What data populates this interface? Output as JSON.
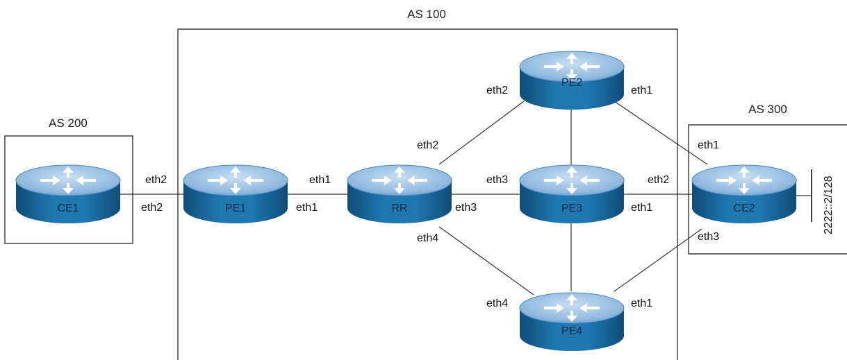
{
  "areas": [
    {
      "id": "as100",
      "label": "AS 100"
    },
    {
      "id": "as200",
      "label": "AS 200"
    },
    {
      "id": "as300",
      "label": "AS 300"
    }
  ],
  "routers": [
    {
      "id": "ce1",
      "label": "CE1"
    },
    {
      "id": "pe1",
      "label": "PE1"
    },
    {
      "id": "rr",
      "label": "RR"
    },
    {
      "id": "pe2",
      "label": "PE2"
    },
    {
      "id": "pe3",
      "label": "PE3"
    },
    {
      "id": "pe4",
      "label": "PE4"
    },
    {
      "id": "ce2",
      "label": "CE2"
    }
  ],
  "interfaces": {
    "ce1_pe1": "eth2",
    "pe1_ce1": "eth2",
    "pe1_rr": "eth1",
    "rr_pe1": "eth1",
    "rr_pe2": "eth2",
    "rr_pe3": "eth3",
    "rr_pe4": "eth4",
    "pe2_rr": "eth2",
    "pe2_ce2": "eth1",
    "pe3_rr": "eth3",
    "pe3_ce2": "eth1",
    "pe4_rr": "eth4",
    "pe4_ce2": "eth1",
    "ce2_pe2": "eth1",
    "ce2_pe3": "eth2",
    "ce2_pe4": "eth3"
  },
  "loopback": "2222::2/128",
  "colors": {
    "router_top": "#9cc3e6",
    "router_body": "#1c6ea4",
    "router_dark": "#0f4d78"
  }
}
